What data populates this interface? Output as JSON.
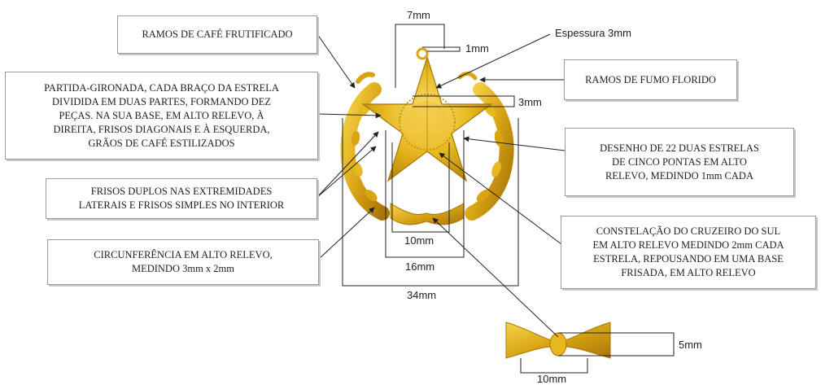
{
  "annotations": {
    "ramos_cafe": "RAMOS DE CAFÉ FRUTIFICADO",
    "partida": "PARTIDA-GIRONADA, CADA BRAÇO DA ESTRELA\nDIVIDIDA EM DUAS PARTES, FORMANDO DEZ\nPEÇAS. NA SUA BASE, EM ALTO RELEVO, À\nDIREITA, FRISOS DIAGONAIS E À ESQUERDA,\nGRÃOS DE CAFÉ ESTILIZADOS",
    "frisos": "FRISOS DUPLOS NAS EXTREMIDADES\nLATERAIS E FRISOS SIMPLES NO INTERIOR",
    "circunferencia": "CIRCUNFERÊNCIA EM ALTO RELEVO,\nMEDINDO 3mm x 2mm",
    "ramos_fumo": "RAMOS DE FUMO FLORIDO",
    "desenho": "DESENHO DE 22 DUAS ESTRELAS\nDE CINCO PONTAS EM ALTO\nRELEVO, MEDINDO 1mm CADA",
    "constelacao": "CONSTELAÇÃO DO CRUZEIRO DO SUL\nEM ALTO RELEVO MEDINDO 2mm CADA\nESTRELA, REPOUSANDO EM UMA BASE\nFRISADA, EM ALTO RELEVO"
  },
  "dimensions": {
    "top_width": "7mm",
    "espessura": "Espessura 3mm",
    "ring": "1mm",
    "star_top": "3mm",
    "inner": "10mm",
    "middle": "16mm",
    "overall": "34mm",
    "detail_height": "5mm",
    "detail_width": "10mm"
  },
  "colors": {
    "gold": "#e8b820",
    "gold_dark": "#b8860b",
    "gold_light": "#f7d44a",
    "line": "#222222"
  }
}
